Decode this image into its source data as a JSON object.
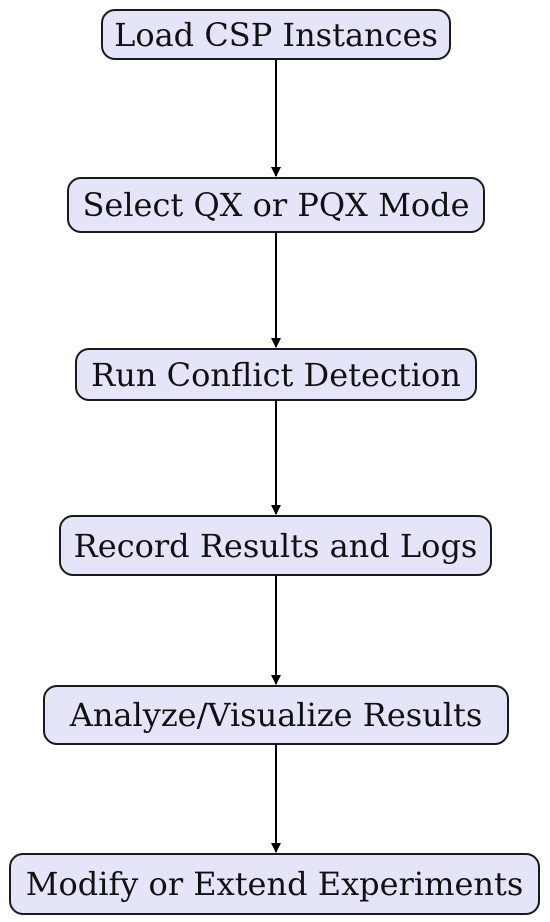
{
  "diagram": {
    "nodes": [
      {
        "id": "n1",
        "label": "Load CSP Instances"
      },
      {
        "id": "n2",
        "label": "Select QX or PQX Mode"
      },
      {
        "id": "n3",
        "label": "Run Conflict Detection"
      },
      {
        "id": "n4",
        "label": "Record Results and Logs"
      },
      {
        "id": "n5",
        "label": "Analyze/Visualize Results"
      },
      {
        "id": "n6",
        "label": "Modify or Extend Experiments"
      }
    ],
    "edges": [
      {
        "from": "n1",
        "to": "n2"
      },
      {
        "from": "n2",
        "to": "n3"
      },
      {
        "from": "n3",
        "to": "n4"
      },
      {
        "from": "n4",
        "to": "n5"
      },
      {
        "from": "n5",
        "to": "n6"
      }
    ],
    "colors": {
      "node_fill": "#e5e5fa",
      "node_border": "#1a1a1a",
      "edge": "#000000"
    }
  }
}
